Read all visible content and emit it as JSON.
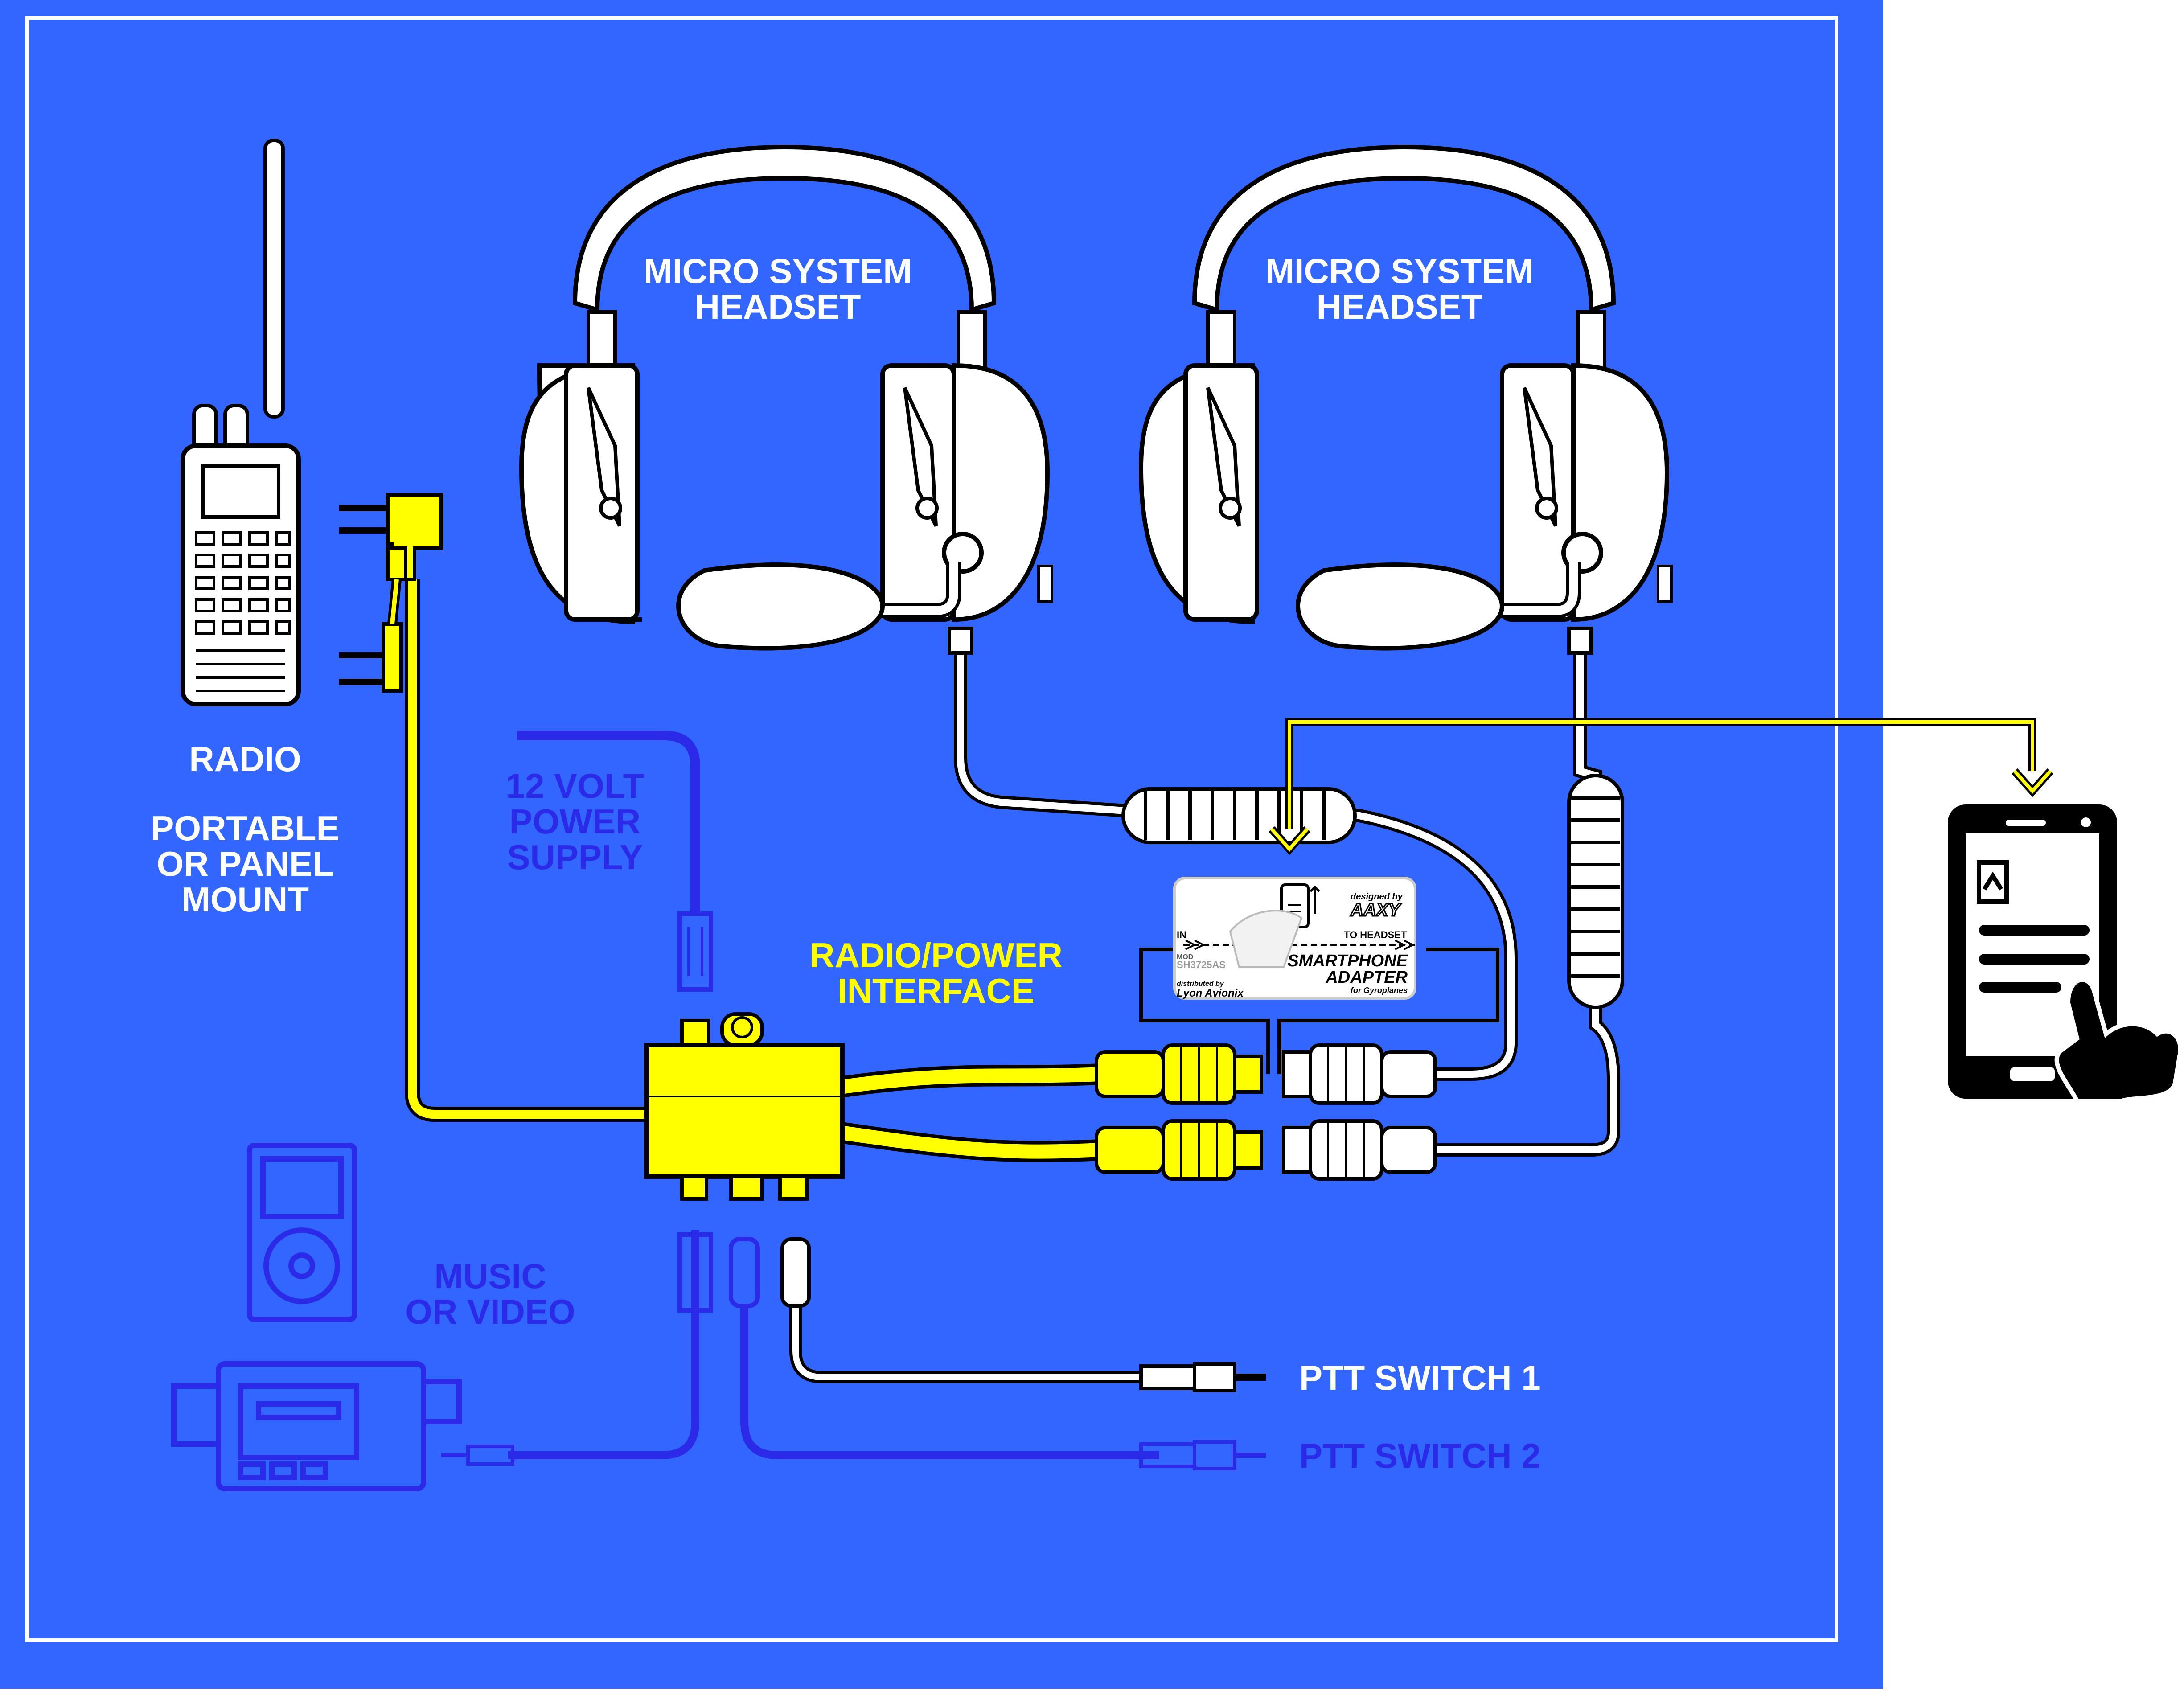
{
  "colors": {
    "background": "#3366ff",
    "frame": "#ffffff",
    "cable_yellow": "#ffff00",
    "cable_outline": "#000000",
    "white_label": "#ffffff",
    "yellow_label": "#ffff00",
    "blue_label": "#2a2ae8",
    "blue_line": "#2a2ae8",
    "phone": "#000000"
  },
  "labels": {
    "headset_left": [
      "MICRO SYSTEM",
      "HEADSET"
    ],
    "headset_right": [
      "MICRO SYSTEM",
      "HEADSET"
    ],
    "radio": "RADIO",
    "radio_mount": [
      "PORTABLE",
      "OR PANEL",
      "MOUNT"
    ],
    "power_supply": [
      "12 VOLT",
      "POWER",
      "SUPPLY"
    ],
    "interface": [
      "RADIO/POWER",
      "INTERFACE"
    ],
    "music_video": [
      "MUSIC",
      "OR VIDEO"
    ],
    "ptt1": "PTT SWITCH 1",
    "ptt2": "PTT SWITCH 2"
  },
  "adapter": {
    "title_line1": "SMARTPHONE",
    "title_line2": "ADAPTER",
    "subtitle": "for Gyroplanes",
    "in_label": "IN",
    "to_headset": "TO HEADSET",
    "designed_by": "designed by",
    "brand": "AAXY",
    "distributed_by": "distributed by",
    "distributor": "Lyon Avionix",
    "model_prefix": "MOD",
    "model_code": "SH3725AS"
  },
  "icons": {
    "radio": "handheld-radio-icon",
    "headset": "aviation-headset-icon",
    "phone": "smartphone-touch-icon",
    "music_player": "music-player-icon",
    "video_camera": "video-camera-icon",
    "interface_box": "interface-box-icon"
  }
}
